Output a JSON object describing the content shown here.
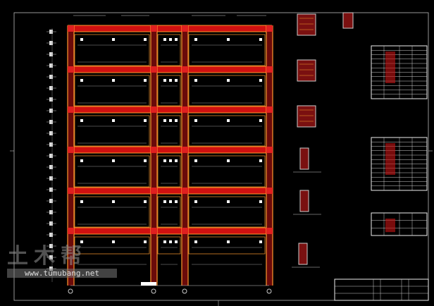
{
  "watermark": {
    "logo_text": "土木帮",
    "url": "www.tumubang.net"
  },
  "drawing": {
    "floors": 6,
    "bays": 3,
    "colors": {
      "background": "#000000",
      "column": "#ff9a2e",
      "beam": "#d01010",
      "line": "#cccccc",
      "text": "#ffffff"
    }
  }
}
